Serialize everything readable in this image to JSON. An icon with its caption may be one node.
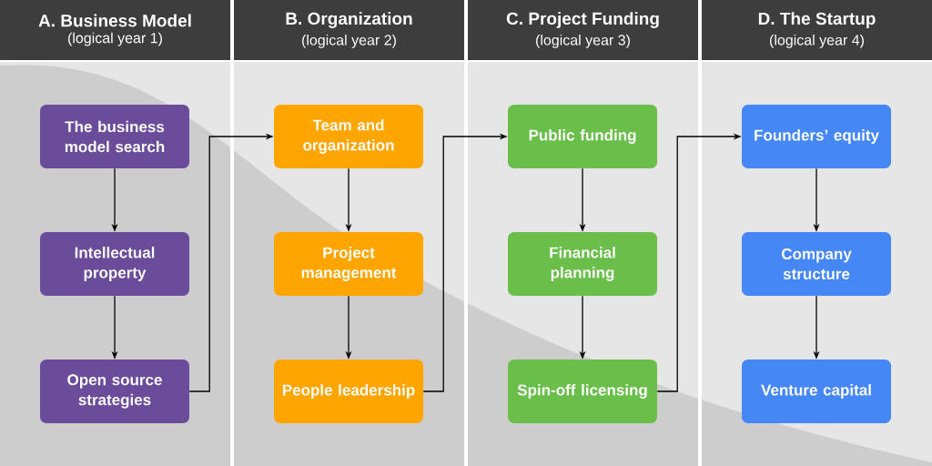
{
  "diagram": {
    "nodes": [
      {
        "text": [
          "A. Business Model",
          "(logical year 1)"
        ]
      },
      {
        "text": [
          "B. Organization",
          "(logical year 2)"
        ]
      },
      {
        "text": [
          "C. Project Funding",
          "(logical year 3)"
        ]
      },
      {
        "text": [
          "D. The Startup",
          "(logical year 4)"
        ]
      },
      {
        "text": [
          "The business model search"
        ]
      },
      {
        "text": [
          "Intellectual property"
        ]
      },
      {
        "text": [
          "Open source strategies"
        ]
      },
      {
        "text": [
          "Team and organization"
        ]
      },
      {
        "text": [
          "Project management"
        ]
      },
      {
        "text": [
          "People leadership"
        ]
      },
      {
        "text": [
          "Public funding"
        ]
      },
      {
        "text": [
          "Financial planning"
        ]
      },
      {
        "text": [
          "Spin-off licensing"
        ]
      },
      {
        "text": [
          "Founders’ equity"
        ]
      },
      {
        "text": [
          "Company structure"
        ]
      },
      {
        "text": [
          "Venture capital"
        ]
      }
    ],
    "edges": [
      {
        "from": 4,
        "to": 5,
        "arrow": "to"
      },
      {
        "from": 5,
        "to": 6,
        "arrow": "to"
      },
      {
        "from": 6,
        "to": 7,
        "arrow": "to"
      },
      {
        "from": 7,
        "to": 8,
        "arrow": "to"
      },
      {
        "from": 8,
        "to": 9,
        "arrow": "to"
      },
      {
        "from": 9,
        "to": 10,
        "arrow": "to"
      },
      {
        "from": 10,
        "to": 11,
        "arrow": "to"
      },
      {
        "from": 11,
        "to": 12,
        "arrow": "to"
      },
      {
        "from": 12,
        "to": 13,
        "arrow": "to"
      },
      {
        "from": 13,
        "to": 14,
        "arrow": "to"
      },
      {
        "from": 14,
        "to": 15,
        "arrow": "to"
      }
    ]
  }
}
